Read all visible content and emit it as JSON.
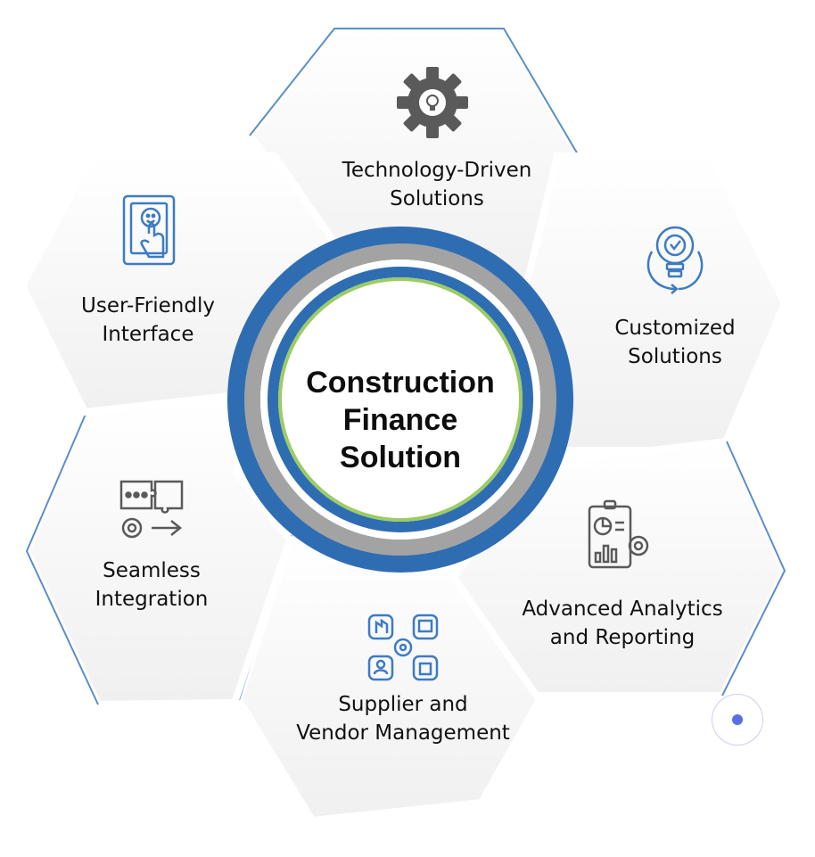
{
  "center": {
    "title_line1": "Construction",
    "title_line2": "Finance",
    "title_line3": "Solution"
  },
  "segments": [
    {
      "id": "technology",
      "line1": "Technology-Driven",
      "line2": "Solutions",
      "icon": "gear-lightbulb-icon"
    },
    {
      "id": "customized",
      "line1": "Customized",
      "line2": "Solutions",
      "icon": "bulb-refresh-icon"
    },
    {
      "id": "analytics",
      "line1": "Advanced Analytics",
      "line2": "and Reporting",
      "icon": "report-chart-gear-icon"
    },
    {
      "id": "supplier",
      "line1": "Supplier and",
      "line2": "Vendor Management",
      "icon": "supply-network-icon"
    },
    {
      "id": "integration",
      "line1": "Seamless",
      "line2": "Integration",
      "icon": "puzzle-gear-icon"
    },
    {
      "id": "userfriendly",
      "line1": "User-Friendly",
      "line2": "Interface",
      "icon": "touch-screen-icon"
    }
  ],
  "colors": {
    "ring_blue": "#2f6db3",
    "ring_gray": "#9a9a9a",
    "ring_green": "#9ccc65",
    "hex_border": "#5b8fc9",
    "icon_dark": "#555555",
    "icon_blue": "#3d7bc4"
  }
}
